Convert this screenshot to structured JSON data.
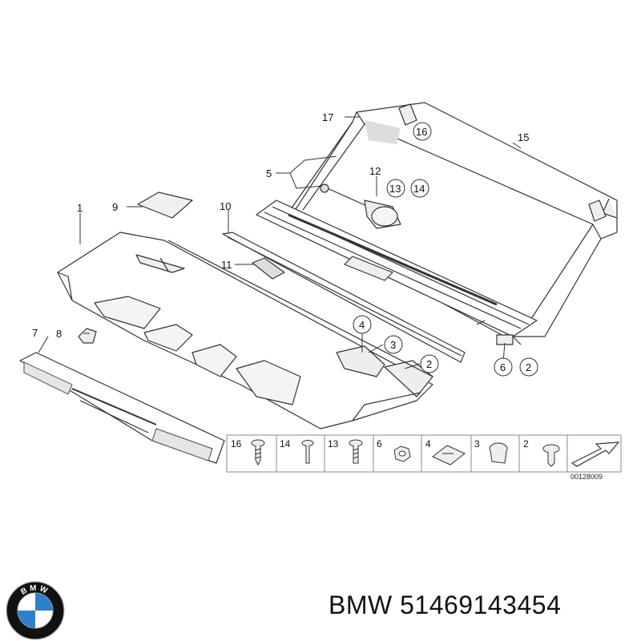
{
  "diagram": {
    "callouts": [
      "1",
      "2",
      "2",
      "3",
      "4",
      "5",
      "6",
      "7",
      "8",
      "9",
      "10",
      "11",
      "12",
      "13",
      "14",
      "15",
      "16",
      "17"
    ],
    "parts_strip": [
      "16",
      "14",
      "13",
      "6",
      "4",
      "3",
      "2"
    ],
    "reference_number": "00128009"
  },
  "footer": {
    "brand": "BMW",
    "part_number": "51469143454",
    "text": "BMW 51469143454"
  },
  "logo": {
    "letters": "BMW",
    "colors": {
      "ring": "#111111",
      "blue": "#2f80c8",
      "white": "#ffffff"
    }
  }
}
